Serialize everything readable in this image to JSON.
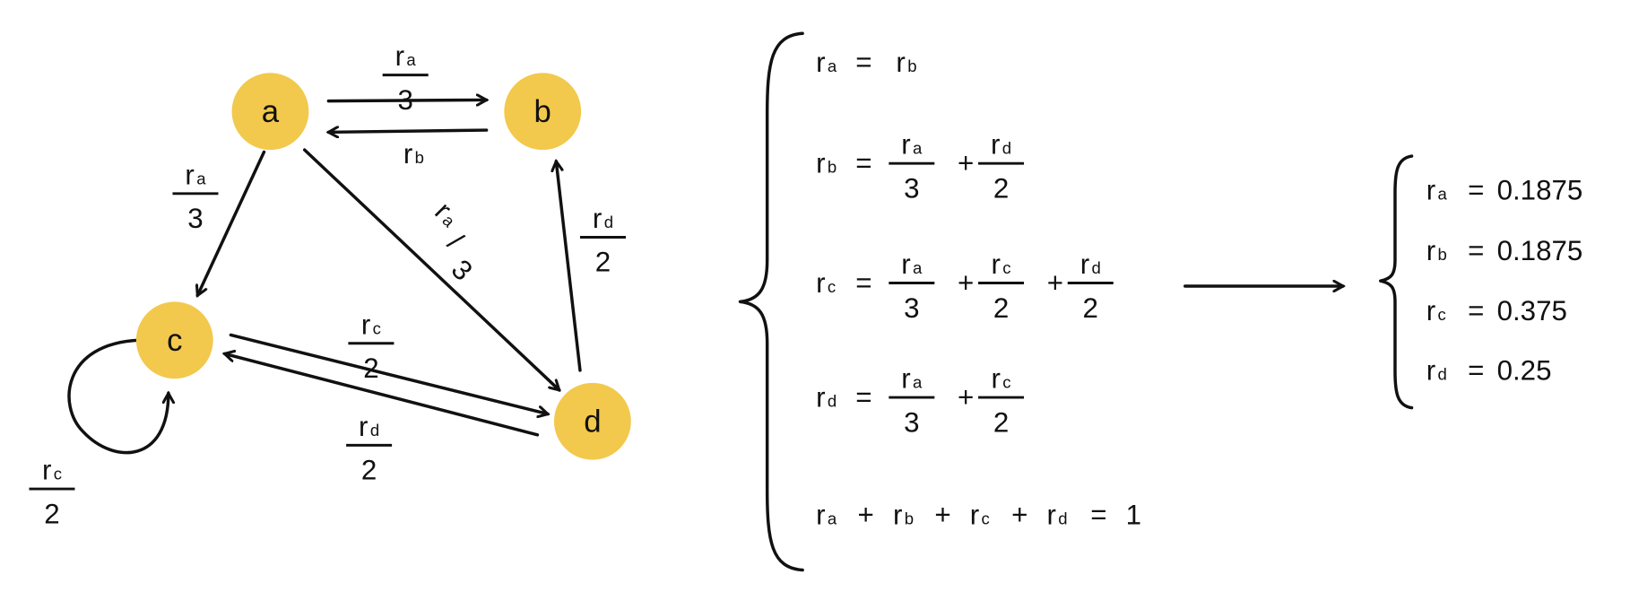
{
  "colors": {
    "node_fill": "#F2C94C",
    "ink": "#111111"
  },
  "nodes": [
    {
      "id": "a",
      "label": "a"
    },
    {
      "id": "b",
      "label": "b"
    },
    {
      "id": "c",
      "label": "c"
    },
    {
      "id": "d",
      "label": "d"
    }
  ],
  "edges": [
    {
      "from": "a",
      "to": "b",
      "label": {
        "var": "r",
        "sub": "a",
        "den": "3"
      }
    },
    {
      "from": "b",
      "to": "a",
      "label": {
        "var": "r",
        "sub": "b"
      }
    },
    {
      "from": "a",
      "to": "c",
      "label": {
        "var": "r",
        "sub": "a",
        "den": "3"
      }
    },
    {
      "from": "a",
      "to": "d",
      "label": {
        "var": "r",
        "sub": "a",
        "den": "3",
        "slash": "/"
      }
    },
    {
      "from": "d",
      "to": "b",
      "label": {
        "var": "r",
        "sub": "d",
        "den": "2"
      }
    },
    {
      "from": "c",
      "to": "d",
      "label": {
        "var": "r",
        "sub": "c",
        "den": "2"
      }
    },
    {
      "from": "d",
      "to": "c",
      "label": {
        "var": "r",
        "sub": "d",
        "den": "2"
      }
    },
    {
      "from": "c",
      "to": "c",
      "label": {
        "var": "r",
        "sub": "c",
        "den": "2"
      }
    }
  ],
  "equations": [
    {
      "lhs": {
        "var": "r",
        "sub": "a"
      },
      "eq": "=",
      "rhs": [
        {
          "var": "r",
          "sub": "b"
        }
      ]
    },
    {
      "lhs": {
        "var": "r",
        "sub": "b"
      },
      "eq": "=",
      "rhs": [
        {
          "var": "r",
          "sub": "a",
          "den": "3"
        },
        {
          "op": "+"
        },
        {
          "var": "r",
          "sub": "d",
          "den": "2"
        }
      ]
    },
    {
      "lhs": {
        "var": "r",
        "sub": "c"
      },
      "eq": "=",
      "rhs": [
        {
          "var": "r",
          "sub": "a",
          "den": "3"
        },
        {
          "op": "+"
        },
        {
          "var": "r",
          "sub": "c",
          "den": "2"
        },
        {
          "op": "+"
        },
        {
          "var": "r",
          "sub": "d",
          "den": "2"
        }
      ]
    },
    {
      "lhs": {
        "var": "r",
        "sub": "d"
      },
      "eq": "=",
      "rhs": [
        {
          "var": "r",
          "sub": "a",
          "den": "3"
        },
        {
          "op": "+"
        },
        {
          "var": "r",
          "sub": "c",
          "den": "2"
        }
      ]
    },
    {
      "sum": [
        {
          "var": "r",
          "sub": "a"
        },
        {
          "op": "+"
        },
        {
          "var": "r",
          "sub": "b"
        },
        {
          "op": "+"
        },
        {
          "var": "r",
          "sub": "c"
        },
        {
          "op": "+"
        },
        {
          "var": "r",
          "sub": "d"
        }
      ],
      "eq": "=",
      "value": "1"
    }
  ],
  "solution": [
    {
      "var": "r",
      "sub": "a",
      "eq": "=",
      "value": "0.1875"
    },
    {
      "var": "r",
      "sub": "b",
      "eq": "=",
      "value": "0.1875"
    },
    {
      "var": "r",
      "sub": "c",
      "eq": "=",
      "value": "0.375"
    },
    {
      "var": "r",
      "sub": "d",
      "eq": "=",
      "value": "0.25"
    }
  ]
}
